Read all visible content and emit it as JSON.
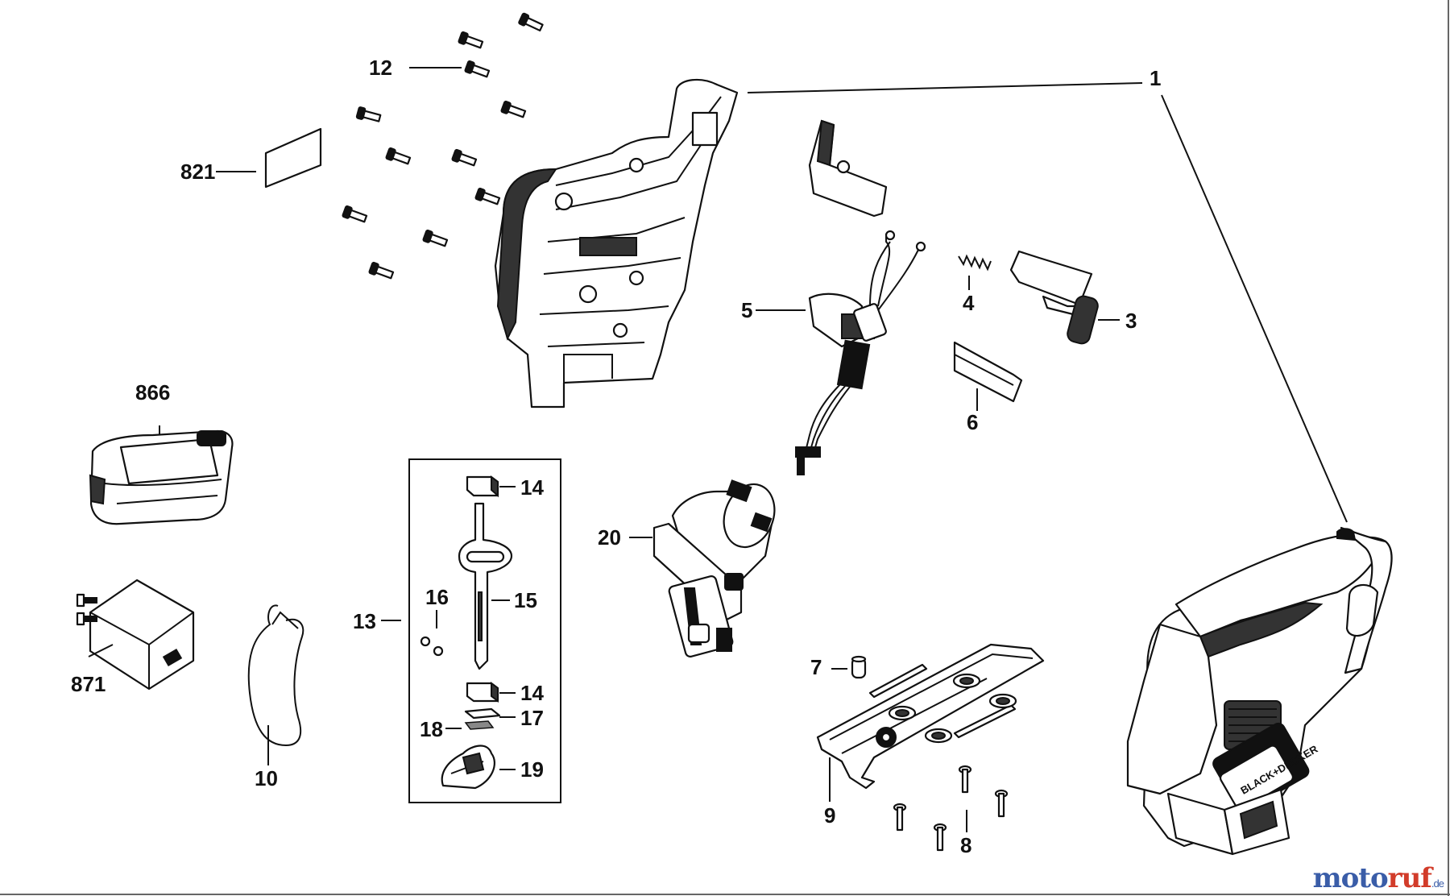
{
  "labels": {
    "p1": "1",
    "p3": "3",
    "p4": "4",
    "p5": "5",
    "p6": "6",
    "p7": "7",
    "p8": "8",
    "p9": "9",
    "p10": "10",
    "p12": "12",
    "p13": "13",
    "p14a": "14",
    "p14b": "14",
    "p15": "15",
    "p16": "16",
    "p17": "17",
    "p18": "18",
    "p19": "19",
    "p20": "20",
    "p821": "821",
    "p866": "866",
    "p871": "871"
  },
  "brand_text": "BLACK+DECKER",
  "watermark": {
    "a": "moto",
    "b": "ruf",
    "c": ".de"
  }
}
